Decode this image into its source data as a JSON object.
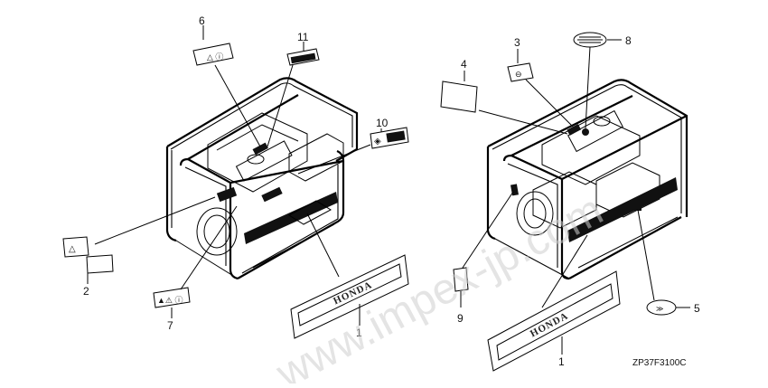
{
  "diagram": {
    "figure_code": "ZP37F3100C",
    "watermark": "www.impex-jp.com",
    "brand_text": "HONDA",
    "callouts_left": [
      "6",
      "11",
      "10",
      "2",
      "7",
      "1"
    ],
    "callouts_right": [
      "4",
      "3",
      "8",
      "9",
      "5",
      "1"
    ]
  }
}
